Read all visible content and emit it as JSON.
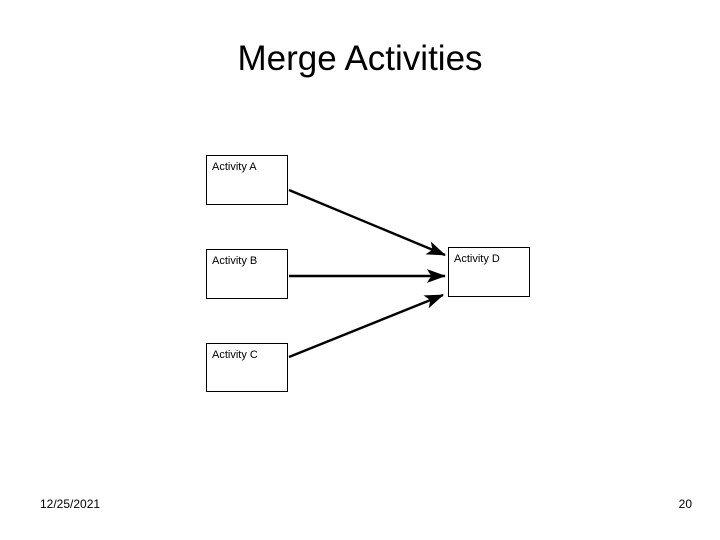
{
  "slide": {
    "title": "Merge Activities",
    "background_color": "#ffffff",
    "ink_color": "#000000"
  },
  "diagram": {
    "type": "activity-merge",
    "nodes": [
      {
        "id": "a",
        "label": "Activity A",
        "role": "source"
      },
      {
        "id": "b",
        "label": "Activity B",
        "role": "source"
      },
      {
        "id": "c",
        "label": "Activity C",
        "role": "source"
      },
      {
        "id": "d",
        "label": "Activity D",
        "role": "target"
      }
    ],
    "edges": [
      {
        "from": "Activity A",
        "to": "Activity D",
        "style": "solid-arrow"
      },
      {
        "from": "Activity B",
        "to": "Activity D",
        "style": "solid-arrow"
      },
      {
        "from": "Activity C",
        "to": "Activity D",
        "style": "solid-arrow"
      }
    ]
  },
  "footer": {
    "date": "12/25/2021",
    "page_number": "20"
  }
}
